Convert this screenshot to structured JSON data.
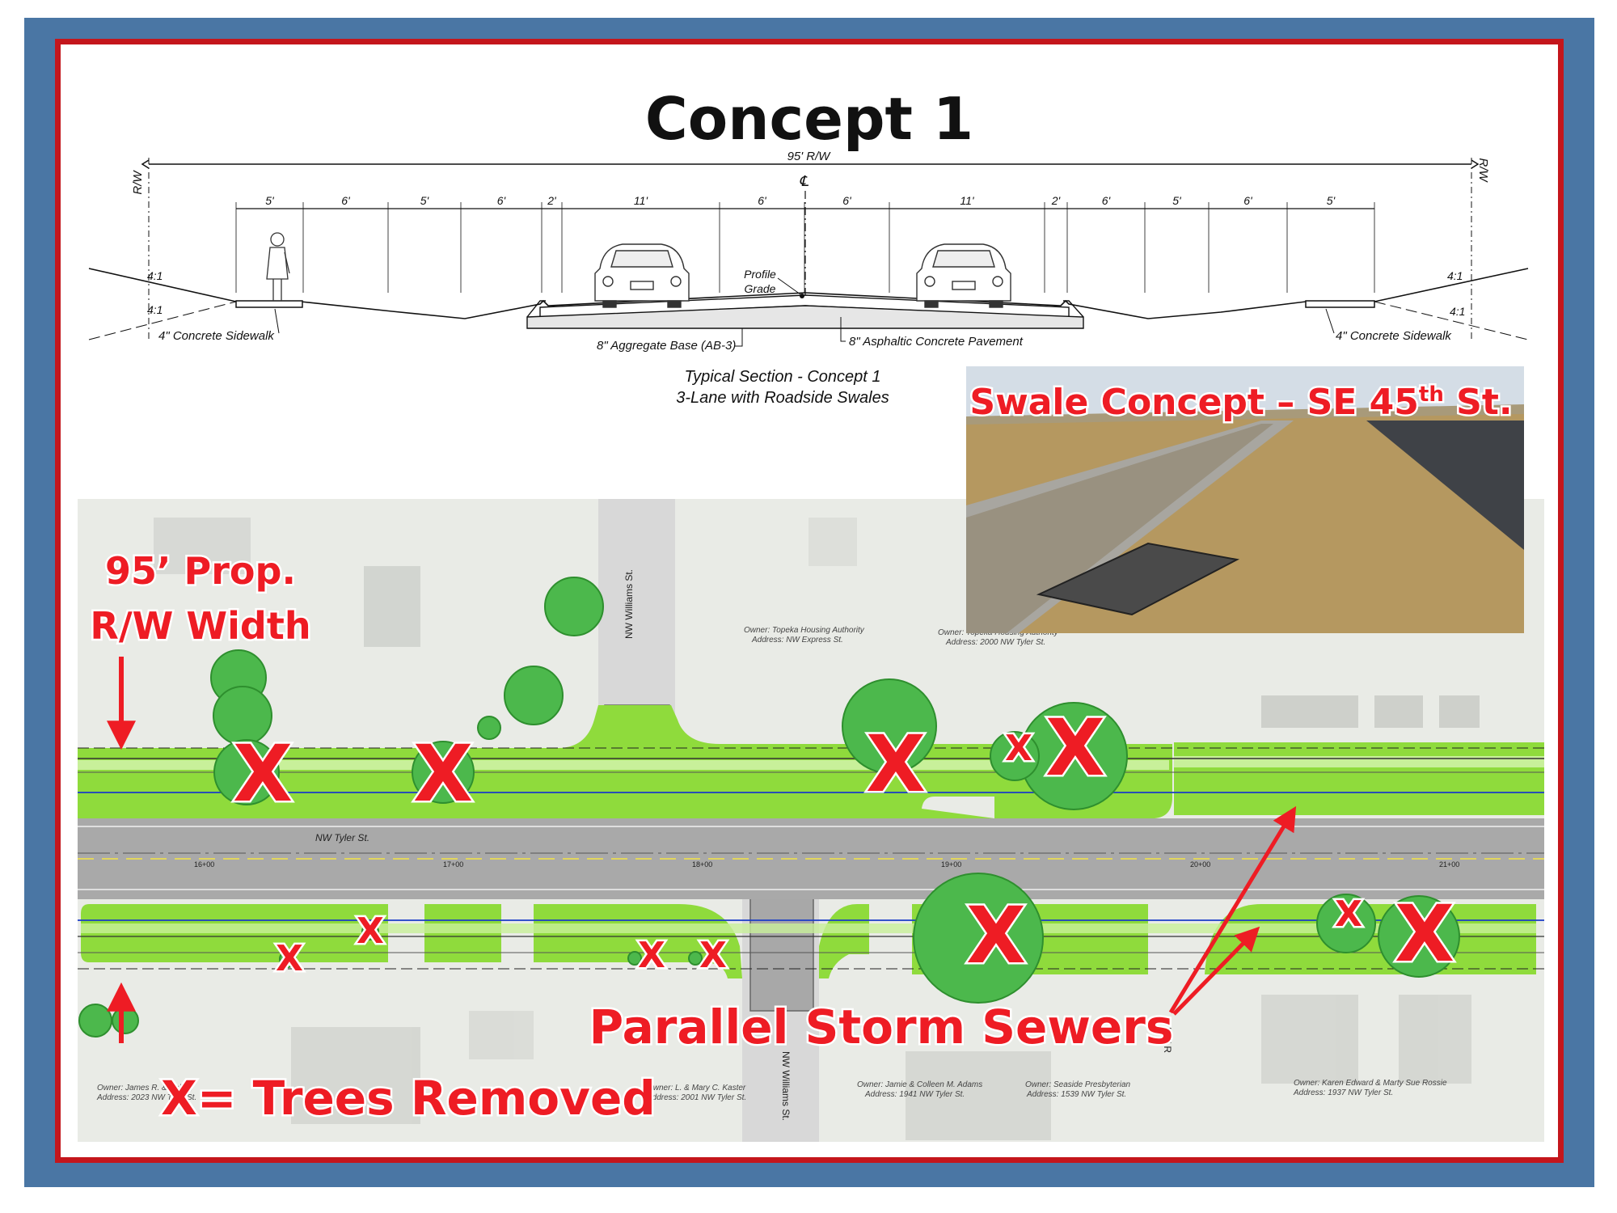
{
  "page": {
    "title": "Concept 1",
    "colors": {
      "frame_blue": "#4a76a4",
      "frame_red": "#c4161c",
      "annotation_red": "#ee1c24",
      "swale_green": "#8fdb3c",
      "tree_green": "#3aa83a"
    }
  },
  "section": {
    "row_label_left": "R/W",
    "row_label_right": "R/W",
    "row_width": "95' R/W",
    "centerline_symbol": "℄",
    "dimensions": [
      "5'",
      "6'",
      "5'",
      "6'",
      "2'",
      "11'",
      "6'",
      "6'",
      "11'",
      "2'",
      "6'",
      "5'",
      "6'",
      "5'"
    ],
    "slope_upper_left": "4:1",
    "slope_lower_left": "4:1",
    "slope_upper_right": "4:1",
    "slope_lower_right": "4:1",
    "profile_grade": [
      "Profile",
      "Grade"
    ],
    "sidewalk_left": "4\" Concrete Sidewalk",
    "sidewalk_right": "4\" Concrete Sidewalk",
    "base_label": "8\" Aggregate Base (AB-3)",
    "pavement_label": "8\" Asphaltic Concrete Pavement",
    "caption_line1": "Typical Section - Concept 1",
    "caption_line2": "3-Lane with Roadside Swales"
  },
  "photo": {
    "label": "Swale Concept – SE 45",
    "label_sup": "th",
    "label_end": " St."
  },
  "plan": {
    "street_main": "NW Tyler St.",
    "street_cross_top": "NW Williams St.",
    "street_cross_bottom": "NW Williams St.",
    "street_cross_right": "NW R",
    "owners": [
      {
        "l1": "Owner: Topeka Housing Authority",
        "l2": "Address: NW Express St."
      },
      {
        "l1": "Owner: Topeka Housing Authority",
        "l2": "Address: 2000 NW Tyler St."
      },
      {
        "l1": "Owner: James R. & Kelsey",
        "l2": "Address: 2023 NW Tyler St."
      },
      {
        "l1": "Owner: L. & Mary C. Kaster",
        "l2": "Address: 2001 NW Tyler St."
      },
      {
        "l1": "Owner: Jamie & Colleen M. Adams",
        "l2": "Address: 1941 NW Tyler St."
      },
      {
        "l1": "Owner: Seaside Presbyterian",
        "l2": "Address: 1539 NW Tyler St."
      },
      {
        "l1": "Owner: Karen Edward & Marty Sue Rossie",
        "l2": "Address: 1937 NW Tyler St."
      }
    ],
    "stations": [
      "16+00",
      "17+00",
      "18+00",
      "19+00",
      "20+00",
      "21+00"
    ],
    "x_mark": "X"
  },
  "annotations": {
    "row_width_line1": "95’ Prop.",
    "row_width_line2": "R/W Width",
    "storm_sewers": "Parallel Storm Sewers",
    "trees_removed": "X= Trees Removed"
  }
}
